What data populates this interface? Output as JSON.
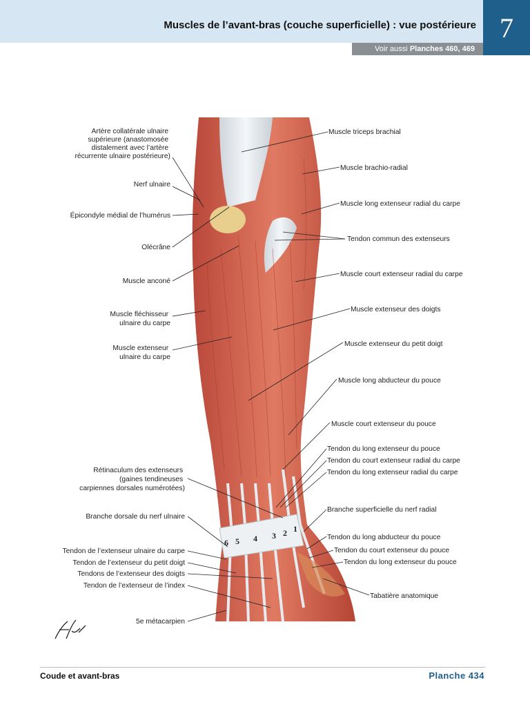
{
  "header": {
    "title": "Muscles de l’avant-bras (couche superficielle) : vue postérieure",
    "chapter_number": "7",
    "see_also_prefix": "Voir aussi",
    "see_also_plates": "Planches 460, 469"
  },
  "labels_left": [
    {
      "lines": [
        "Artère collatérale ulnaire",
        "supérieure (anastomosée",
        "distalement avec l’artère",
        "récurrente ulnaire postérieure)"
      ]
    },
    {
      "lines": [
        "Nerf ulnaire"
      ]
    },
    {
      "lines": [
        "Épicondyle médial de l’humérus"
      ]
    },
    {
      "lines": [
        "Olécrâne"
      ]
    },
    {
      "lines": [
        "Muscle anconé"
      ]
    },
    {
      "lines": [
        "Muscle fléchisseur",
        "ulnaire du carpe"
      ]
    },
    {
      "lines": [
        "Muscle extenseur",
        "ulnaire du carpe"
      ]
    },
    {
      "lines": [
        "Rétinaculum des extenseurs",
        "(gaines tendineuses",
        "carpiennes dorsales numérotées)"
      ]
    },
    {
      "lines": [
        "Branche dorsale du nerf ulnaire"
      ]
    },
    {
      "lines": [
        "Tendon de l’extenseur ulnaire du carpe"
      ]
    },
    {
      "lines": [
        "Tendon de l’extenseur du petit doigt"
      ]
    },
    {
      "lines": [
        "Tendons de l’extenseur des doigts"
      ]
    },
    {
      "lines": [
        "Tendon de l’extenseur de l’index"
      ]
    },
    {
      "lines": [
        "5e métacarpien"
      ]
    }
  ],
  "labels_right": [
    {
      "lines": [
        "Muscle triceps brachial"
      ]
    },
    {
      "lines": [
        "Muscle brachio-radial"
      ]
    },
    {
      "lines": [
        "Muscle long extenseur radial du carpe"
      ]
    },
    {
      "lines": [
        "Tendon commun des extenseurs"
      ]
    },
    {
      "lines": [
        "Muscle court extenseur radial du carpe"
      ]
    },
    {
      "lines": [
        "Muscle extenseur des doigts"
      ]
    },
    {
      "lines": [
        "Muscle extenseur du petit doigt"
      ]
    },
    {
      "lines": [
        "Muscle long abducteur du pouce"
      ]
    },
    {
      "lines": [
        "Muscle court extenseur du pouce"
      ]
    },
    {
      "lines": [
        "Tendon du long extenseur du pouce"
      ]
    },
    {
      "lines": [
        "Tendon du court extenseur radial du carpe"
      ]
    },
    {
      "lines": [
        "Tendon du long extenseur radial du carpe"
      ]
    },
    {
      "lines": [
        "Branche superficielle du nerf radial"
      ]
    },
    {
      "lines": [
        "Tendon du long abducteur du pouce"
      ]
    },
    {
      "lines": [
        "Tendon du court extenseur du pouce"
      ]
    },
    {
      "lines": [
        "Tendon du long extenseur du pouce"
      ]
    },
    {
      "lines": [
        "Tabatière anatomique"
      ]
    }
  ],
  "compartment_numbers": [
    "6",
    "5",
    "4",
    "3",
    "2",
    "1"
  ],
  "signature": "F. Netter",
  "footer": {
    "section": "Coude et avant-bras",
    "plate": "Planche 434"
  },
  "colors": {
    "header_band": "#d6e6f2",
    "accent_blue": "#1e5f8c",
    "muscle_red": "#d96a55",
    "tendon_white": "#e9eef2"
  }
}
